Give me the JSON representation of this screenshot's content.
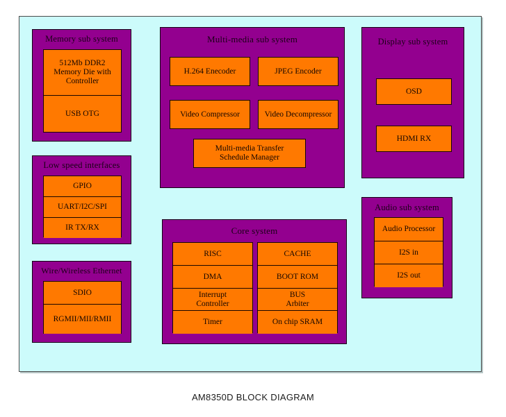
{
  "diagram": {
    "caption": "AM8350D BLOCK DIAGRAM",
    "colors": {
      "canvas": "#ccfbfb",
      "subsystem_fill": "#93008f",
      "subsystem_shadow": "#5e0060",
      "block_fill": "#ff7900",
      "outline": "#120012",
      "caption_text": "#1b1b1b"
    },
    "subsystems": [
      {
        "id": "memory",
        "title": "Memory sub system",
        "blocks": [
          "512Mb DDR2\nMemory Die with\nController",
          "USB OTG"
        ]
      },
      {
        "id": "low-speed-interfaces",
        "title": "Low speed interfaces",
        "blocks": [
          "GPIO",
          "UART/I2C/SPI",
          "IR TX/RX"
        ]
      },
      {
        "id": "wire-wireless-ethernet",
        "title": "Wire/Wireless Ethernet",
        "blocks": [
          "SDIO",
          "RGMII/MII/RMII"
        ]
      },
      {
        "id": "multi-media",
        "title": "Multi-media sub system",
        "blocks": [
          "H.264 Enecoder",
          "JPEG Encoder",
          "Video Compressor",
          "Video Decompressor",
          "Multi-media  Transfer\nSchedule Manager"
        ]
      },
      {
        "id": "core-system",
        "title": "Core system",
        "left_column": [
          "RISC",
          "DMA",
          "Interrupt\nController",
          "Timer"
        ],
        "right_column": [
          "CACHE",
          "BOOT ROM",
          "BUS\nArbiter",
          "On chip SRAM"
        ]
      },
      {
        "id": "display",
        "title": "Display sub system",
        "blocks": [
          "OSD",
          "HDMI RX"
        ]
      },
      {
        "id": "audio",
        "title": "Audio sub system",
        "blocks": [
          "Audio Processor",
          "I2S in",
          "I2S out"
        ]
      }
    ]
  }
}
